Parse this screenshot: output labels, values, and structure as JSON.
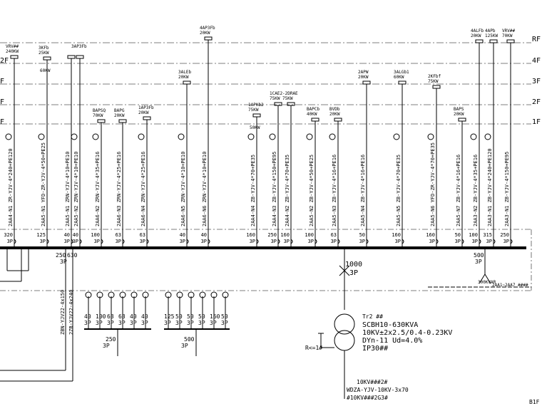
{
  "floors": [
    "RF",
    "4F",
    "3F",
    "2F",
    "1F"
  ],
  "floors_left": [
    "2F",
    "F",
    "F",
    "F"
  ],
  "circuits": [
    {
      "cable": "2AA4-N1 ZR-YJV-4*240+PE120",
      "rating": "320",
      "poles": "3P",
      "top": "VRV##",
      "top2": "240KW",
      "sub": ""
    },
    {
      "cable": "2AA5-N1 YFD-ZR-YJV-4*50+PE25",
      "rating": "125",
      "poles": "3P",
      "top": "3KFb",
      "top2": "25KW",
      "sub": "60KW"
    },
    {
      "cable": "2AA5-N1 ZRN-YJV-4*10+PE10",
      "rating": "40",
      "poles": "3P",
      "top": "",
      "top2": "",
      "sub": ""
    },
    {
      "cable": "2AA5-N2 ZRN-YJV-4*10+PE10",
      "rating": "40",
      "poles": "3P",
      "top": "3AP3Fb",
      "top2": "",
      "sub": ""
    },
    {
      "cable": "2AA6-N2 ZRN-YJV-4*35+PE16",
      "rating": "100",
      "poles": "3P",
      "top": "BAPSQ",
      "top2": "70KW",
      "sub": ""
    },
    {
      "cable": "2AA6-N3 ZRN-YJV-4*25+PE16",
      "rating": "63",
      "poles": "3P",
      "top": "BAPG",
      "top2": "20KW",
      "sub": ""
    },
    {
      "cable": "2AA6-N4 ZRN-YJV-4*25+PE16",
      "rating": "63",
      "poles": "3P",
      "top": "1AP3Fb",
      "top2": "20KW",
      "sub": ""
    },
    {
      "cable": "2AA6-N5 ZRN-YJV-4*10+PE10",
      "rating": "40",
      "poles": "3P",
      "top": "3ALEb",
      "top2": "20KW",
      "sub": ""
    },
    {
      "cable": "2AA6-N6 ZRN-YJV-4*10+PE10",
      "rating": "40",
      "poles": "3P",
      "top": "4AP3Fb",
      "top2": "20KW",
      "sub": ""
    },
    {
      "cable": "2AA4-N4 ZB-YJV-4*70+PE35",
      "rating": "160",
      "poles": "3P",
      "top": "1APKb2",
      "top2": "75KW",
      "sub": "50KW"
    },
    {
      "cable": "2AA4-N3 ZB-YJV-4*150+PE95",
      "rating": "250",
      "poles": "3P",
      "top": "1CAE2",
      "top2": "75KW",
      "sub": ""
    },
    {
      "cable": "2AA4-N2 ZB-YJV-4*70+PE35",
      "rating": "160",
      "poles": "3P",
      "top": "-2DRAE",
      "top2": "75KW",
      "sub": ""
    },
    {
      "cable": "2AA5-N2 ZB-YJV-4*50+PE25",
      "rating": "100",
      "poles": "3P",
      "top": "BAPCb",
      "top2": "40KW",
      "sub": ""
    },
    {
      "cable": "2AA5-N3 ZB-YJV-4*16+PE16",
      "rating": "63",
      "poles": "3P",
      "top": "BVDb",
      "top2": "20KW",
      "sub": ""
    },
    {
      "cable": "2AA5-N4 ZB-YJV-4*16+PE16",
      "rating": "50",
      "poles": "3P",
      "top": "2APW",
      "top2": "20KW",
      "sub": ""
    },
    {
      "cable": "2AA5-N5 ZB-YJV-4*70+PE35",
      "rating": "160",
      "poles": "3P",
      "top": "3ALGb1",
      "top2": "60KW",
      "sub": ""
    },
    {
      "cable": "2AA5-N6 YFD-ZR-YJV-4*70+PE35",
      "rating": "160",
      "poles": "3P",
      "top": "2KFbf",
      "top2": "75KW",
      "sub": ""
    },
    {
      "cable": "2AA5-N7 ZB-YJV-4*16+PE16",
      "rating": "50",
      "poles": "3P",
      "top": "BAPS",
      "top2": "20KW",
      "sub": ""
    },
    {
      "cable": "2AA3-N2 ZB-YJV-4*35+PE16",
      "rating": "100",
      "poles": "3P",
      "top": "4ALFb",
      "top2": "20KW",
      "sub": ""
    },
    {
      "cable": "2AA3-N1 ZB-YJV-4*240+PE120",
      "rating": "315",
      "poles": "3P",
      "top": "4APb",
      "top2": "125KW",
      "sub": ""
    },
    {
      "cable": "2AA3-N1 ZB-YJV-4*150+PE95",
      "rating": "250",
      "poles": "3P",
      "top": "VRV##",
      "top2": "70KW",
      "sub": ""
    }
  ],
  "main_breaker": {
    "rating": "1000",
    "poles": "3P"
  },
  "left_feeders": [
    {
      "rating": "250",
      "rating2": "630",
      "poles": "3P",
      "cable": "ZBN-YJV22-4x150",
      "cable2": "2ZB-YJV22-4x240"
    }
  ],
  "bank_a": {
    "ratings": [
      "40",
      "100",
      "63",
      "63",
      "40",
      "40"
    ],
    "poles": "3P",
    "main": "250",
    "main_poles": "3P"
  },
  "bank_b": {
    "ratings": [
      "125",
      "50",
      "50",
      "50",
      "160",
      "50"
    ],
    "poles": "3P",
    "main": "500",
    "main_poles": "3P"
  },
  "cap_breaker": {
    "rating": "500",
    "poles": "3P",
    "label": "300KVAR"
  },
  "tie_label": "2AA1~2AA7 ####",
  "transformer": {
    "name": "Tr2 ##",
    "model": "SCBH10-630KVA",
    "voltage": "10KV±2x2.5/0.4-0.23KV",
    "vector": "DYn-11 Ud=4.0%",
    "ip": "IP30##",
    "earth": "R<=1#"
  },
  "hv_cable": {
    "line1": "10KV###2#",
    "line2": "WDZA-YJV-10KV-3x70",
    "line3": "#10KV###2G3#"
  },
  "sheet": "B1F",
  "colors": {
    "line": "#000000",
    "dash": "#333333"
  }
}
